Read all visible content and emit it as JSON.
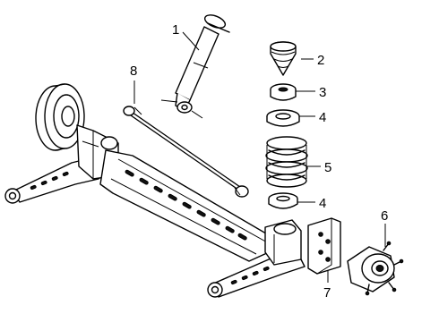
{
  "callouts": {
    "c1": "1",
    "c2": "2",
    "c3": "3",
    "c4a": "4",
    "c4b": "4",
    "c5": "5",
    "c6": "6",
    "c7": "7",
    "c8": "8"
  }
}
